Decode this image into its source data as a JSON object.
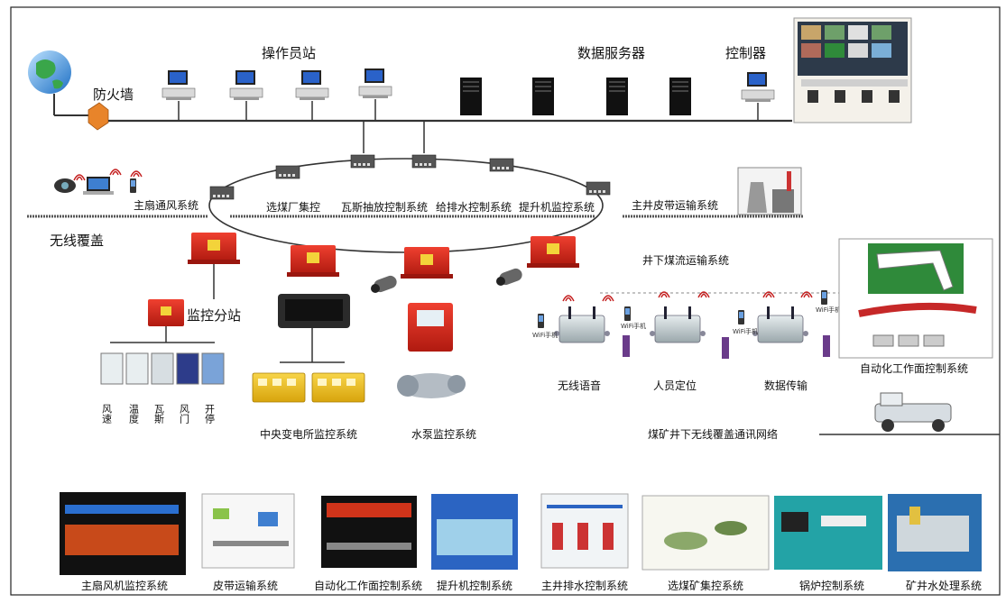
{
  "top": {
    "firewall": "防火墙",
    "operator_station": "操作员站",
    "data_server": "数据服务器",
    "controller": "控制器"
  },
  "ring_systems": {
    "main_fan": "主扇通风系统",
    "coal_prep": "选煤厂集控",
    "gas_drainage": "瓦斯抽放控制系统",
    "water_supply": "给排水控制系统",
    "hoist": "提升机监控系统",
    "main_belt": "主井皮带运输系统"
  },
  "wireless_coverage": "无线覆盖",
  "monitor_substation": "监控分站",
  "sensors": [
    "风速",
    "温度",
    "瓦斯",
    "风门",
    "开停"
  ],
  "central_substation": "中央变电所监控系统",
  "pump_system": "水泵监控系统",
  "underground_coal_transport": "井下煤流运输系统",
  "wireless_items": {
    "voice": "无线语音",
    "positioning": "人员定位",
    "data": "数据传输"
  },
  "wifi_label": "WiFi手机",
  "wireless_network": "煤矿井下无线覆盖通讯网络",
  "automation_face": "自动化工作面控制系统",
  "bottom_systems": [
    "主扇风机监控系统",
    "皮带运输系统",
    "自动化工作面控制系统",
    "提升机控制系统",
    "主井排水控制系统",
    "选煤矿集控系统",
    "锅炉控制系统",
    "矿井水处理系统"
  ],
  "colors": {
    "red_box": "#d9261c",
    "yellow_box": "#f0c419",
    "line": "#333333"
  }
}
